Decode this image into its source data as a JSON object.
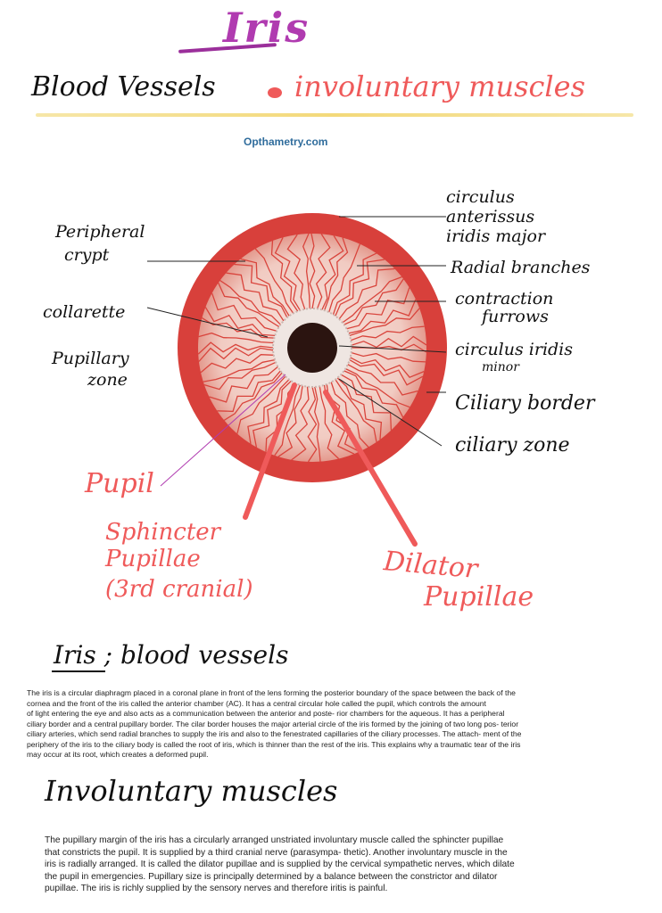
{
  "title": "Iris",
  "subtitle": {
    "left": "Blood Vessels",
    "right": "involuntary muscles"
  },
  "source": "Opthametry.com",
  "labels": {
    "peripheral_crypt": [
      "Peripheral",
      "crypt"
    ],
    "collarette": "collarette",
    "pupillary_zone": [
      "Pupillary",
      "zone"
    ],
    "circulus_major": [
      "circulus",
      "anterissus",
      "iridis major"
    ],
    "radial_branches": "Radial branches",
    "contraction_furrows": [
      "contraction",
      "furrows"
    ],
    "circulus_minor": [
      "circulus iridis",
      "minor"
    ],
    "ciliary_border": "Ciliary border",
    "ciliary_zone": "ciliary zone",
    "pupil": "Pupil",
    "sphincter": [
      "Sphincter",
      "Pupillae",
      "(3rd cranial)"
    ],
    "dilator": [
      "Dilator",
      "Pupillae"
    ]
  },
  "section1": {
    "heading": "Iris ; blood vessels",
    "lines": [
      "The iris is a circular diaphragm placed in a coronal plane in front of the lens forming the posterior boundary of the space between the back of the",
      "cornea and the front of the iris called the anterior chamber (AC). It has a central circular hole called the pupil, which controls the amount",
      "of light entering the eye and also acts as a communication between the anterior and poste- rior chambers for the aqueous. It has a peripheral",
      "ciliary border and a central pupillary border. The cilar border houses the major arterial circle of the iris formed by the joining of two long pos- terior",
      "ciliary arteries, which send radial branches to supply the iris and also to the fenestrated capillaries of the ciliary processes. The attach- ment of the",
      "periphery of the iris to the ciliary body is called the root of iris, which is thinner than the rest of the iris. This explains why a traumatic tear of the iris",
      "may occur at its root, which creates a deformed pupil."
    ]
  },
  "section2": {
    "heading": "Involuntary muscles",
    "lines": [
      "The pupillary margin of the iris has a circularly arranged unstriated involuntary muscle called the sphincter pupillae",
      "that constricts the pupil. It is supplied by a third cranial nerve (parasympa- thetic). Another involuntary muscle in the",
      "iris is radially arranged. It is called the dilator pupillae and is supplied by the cervical sympathetic nerves, which dilate",
      "the pupil in emergencies. Pupillary size is principally determined by a balance between the constrictor and dilator",
      "pupillae. The iris is richly supplied by the sensory nerves and therefore iritis is painful."
    ]
  },
  "colors": {
    "title": "#b03bb0",
    "accent_red": "#ef5a5a",
    "iris_outer": "#d9403c",
    "iris_inner": "#f3d2cb",
    "pupil": "#2b1410",
    "link": "#2f6c9c"
  }
}
